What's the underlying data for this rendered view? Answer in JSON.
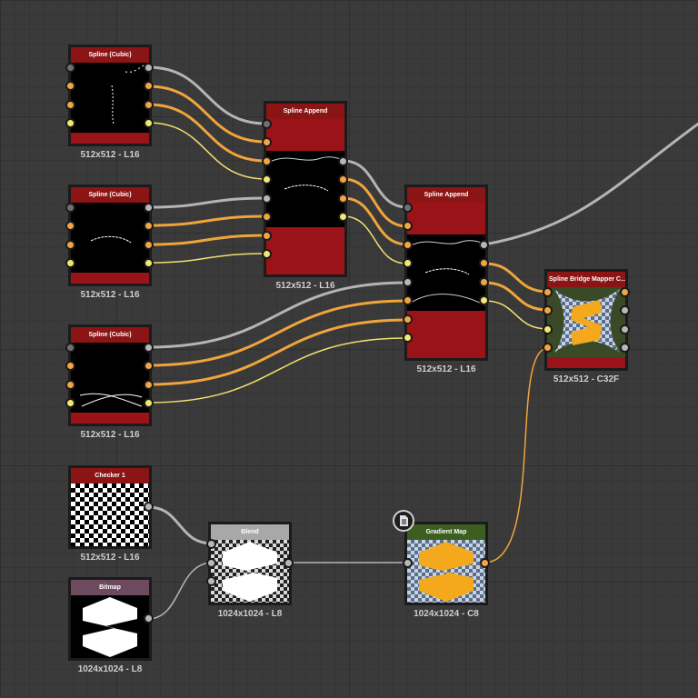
{
  "nodes": {
    "spline1": {
      "title": "Spline (Cubic)",
      "label": "512x512 - L16"
    },
    "spline2": {
      "title": "Spline (Cubic)",
      "label": "512x512 - L16"
    },
    "spline3": {
      "title": "Spline (Cubic)",
      "label": "512x512 - L16"
    },
    "append1": {
      "title": "Spline Append",
      "label": "512x512 - L16"
    },
    "append2": {
      "title": "Spline Append",
      "label": "512x512 - L16"
    },
    "mapper": {
      "title": "Spline Bridge Mapper C...",
      "label": "512x512 - C32F"
    },
    "checker": {
      "title": "Checker 1",
      "label": "512x512 - L16"
    },
    "bitmap": {
      "title": "Bitmap",
      "label": "1024x1024 - L8"
    },
    "blend": {
      "title": "Blend",
      "label": "1024x1024 - L8"
    },
    "gradient": {
      "title": "Gradient Map",
      "label": "1024x1024 - C8"
    }
  },
  "colors": {
    "spline_header": "#8b1414",
    "checker_header": "#8b1414",
    "bitmap_header": "#6e4a5e",
    "blend_header": "#a8a8a8",
    "gradient_header": "#3c5e1e",
    "mapper_bg": "#3a4a26",
    "wire_gray": "#b4b4b4",
    "wire_orange": "#f0a43c",
    "wire_yellow": "#f0e070",
    "logo_orange": "#f3a91b"
  },
  "icons": {
    "comment": "document-icon",
    "logo": "substance-s-logo"
  }
}
